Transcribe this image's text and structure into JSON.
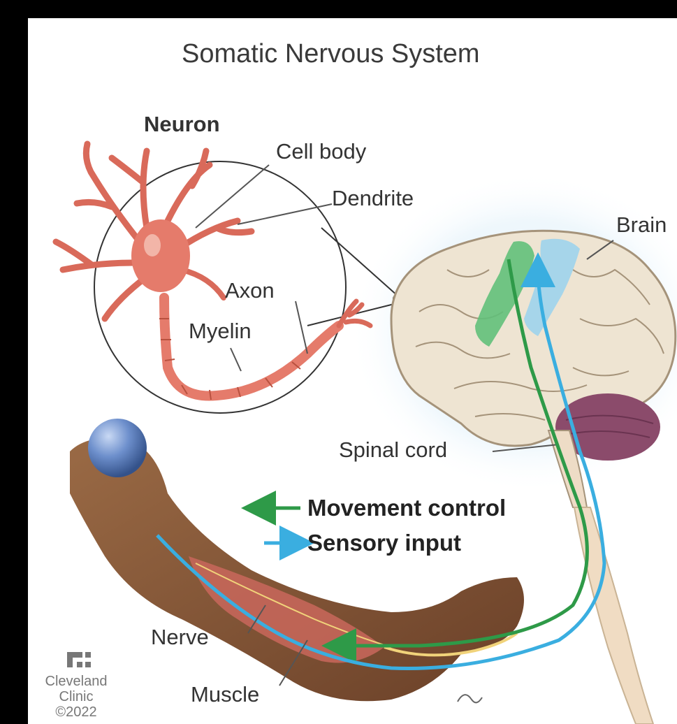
{
  "title": "Somatic Nervous System",
  "neuron": {
    "heading": "Neuron",
    "labels": {
      "cell_body": "Cell body",
      "dendrite": "Dendrite",
      "axon": "Axon",
      "myelin": "Myelin"
    }
  },
  "labels": {
    "brain": "Brain",
    "spinal_cord": "Spinal cord",
    "nerve": "Nerve",
    "muscle": "Muscle"
  },
  "legend": [
    {
      "label": "Movement control",
      "color": "#2e9a48",
      "direction": "left"
    },
    {
      "label": "Sensory input",
      "color": "#3aaee0",
      "direction": "right"
    }
  ],
  "branding": {
    "line1": "Cleveland",
    "line2": "Clinic",
    "line3": "©2022"
  },
  "colors": {
    "neuron": "#e57b6b",
    "motor_cortex": "#62c07a",
    "sensory_cortex": "#9dd3ec",
    "cerebellum": "#8b4b6b",
    "skin": "#8a5a3b",
    "ball": "#6d8fcc"
  }
}
